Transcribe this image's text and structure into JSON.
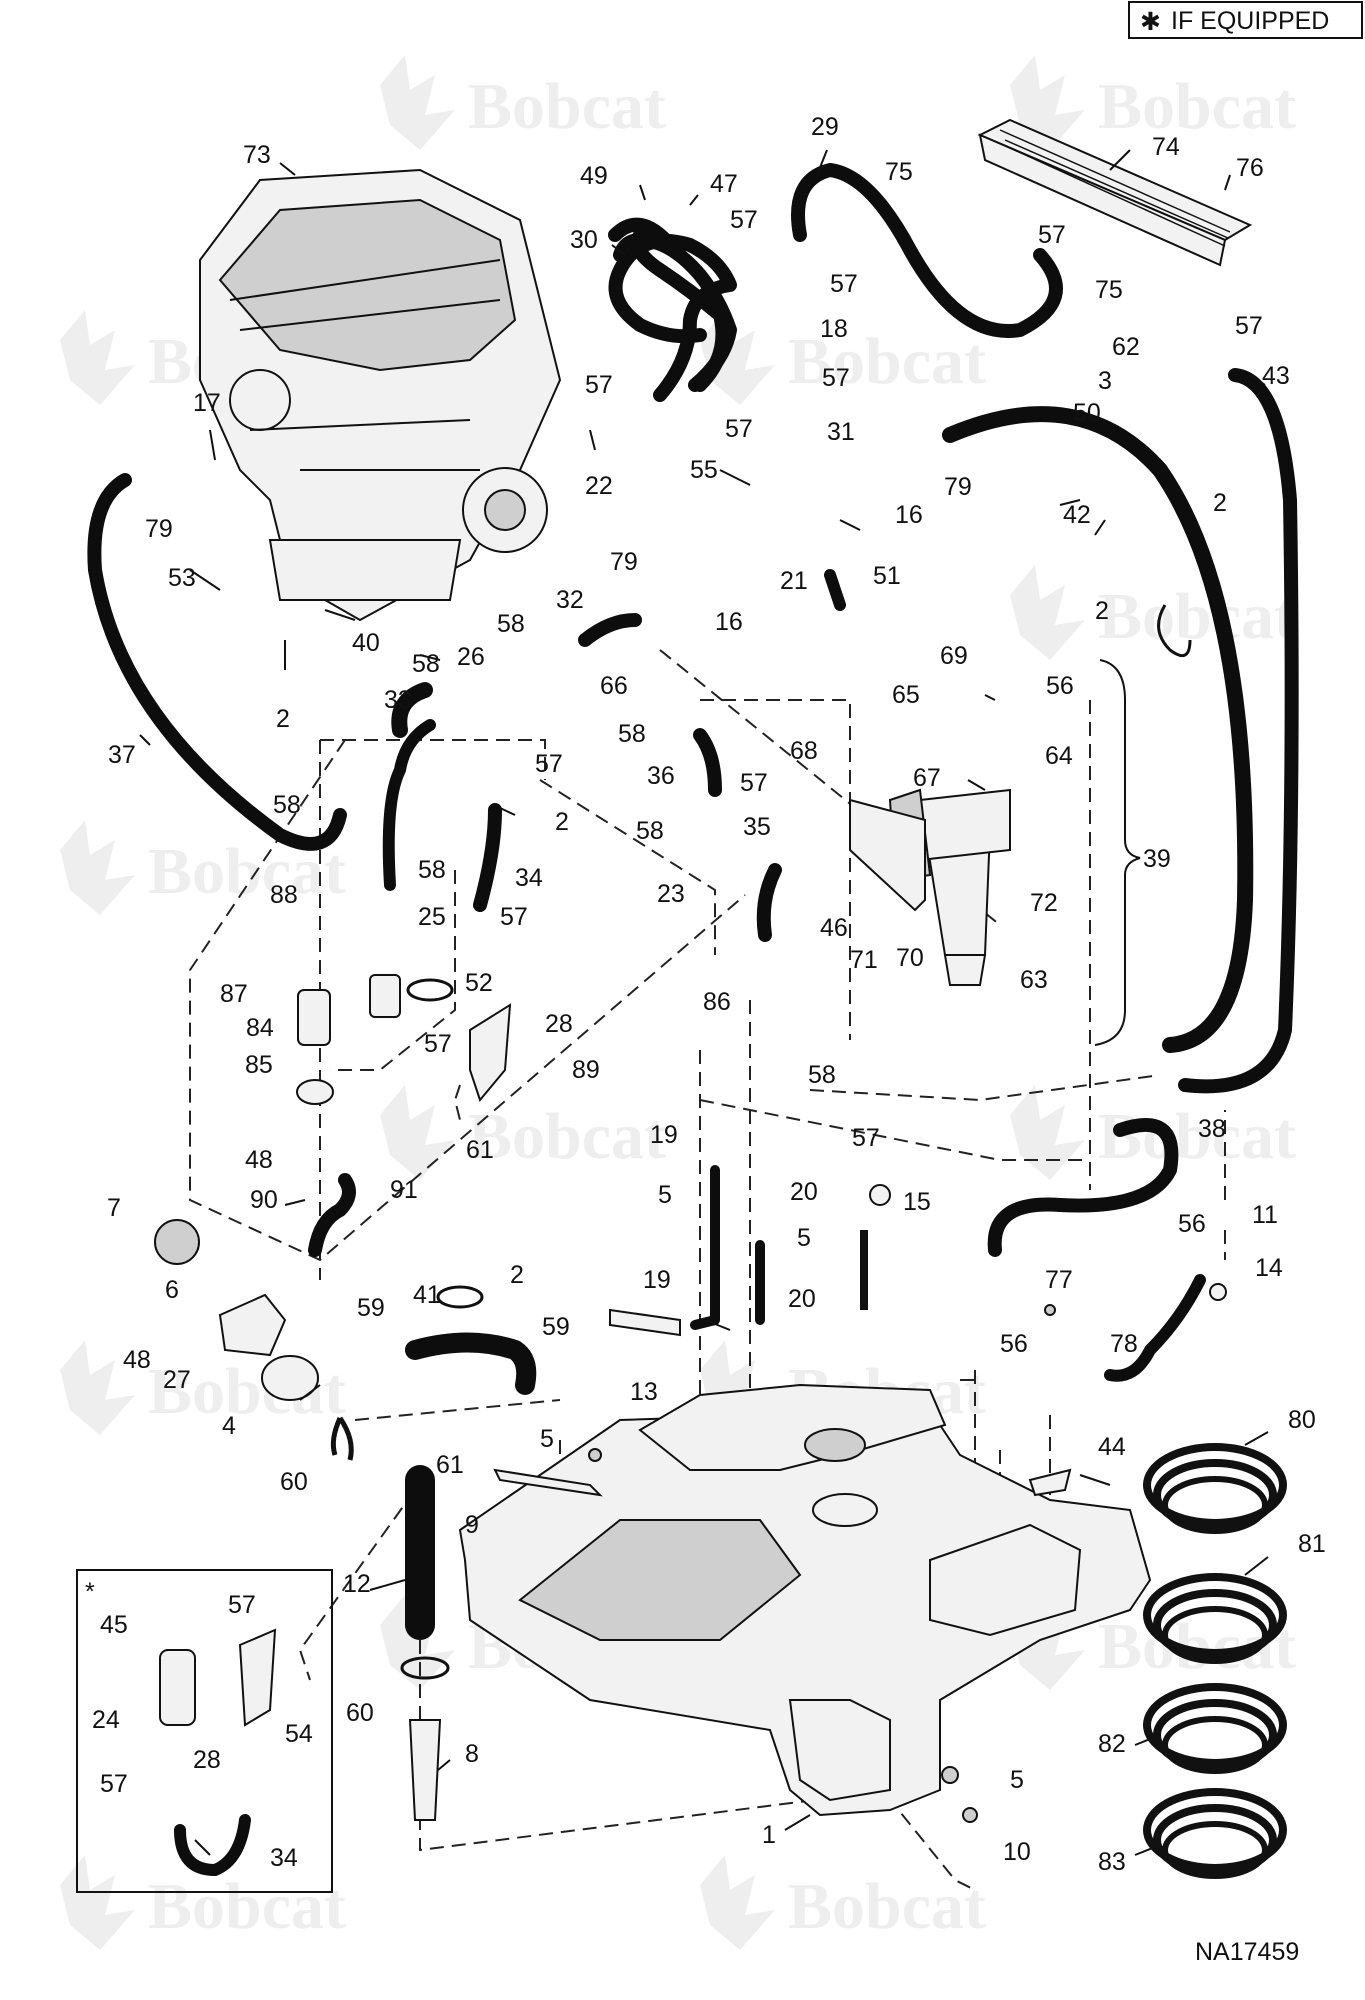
{
  "badge": {
    "star": "✱",
    "text": "IF EQUIPPED"
  },
  "figure_code": "NA17459",
  "inset_marker": "*",
  "watermark": "Bobcat",
  "colors": {
    "line": "#0d0d0d",
    "watermark": "#eeeeee",
    "background": "#ffffff"
  },
  "callouts": {
    "c73": "73",
    "c49": "49",
    "c47": "47",
    "c29": "29",
    "c74": "74",
    "c75a": "75",
    "c76": "76",
    "c30": "30",
    "c57a": "57",
    "c57b": "57",
    "c57c": "57",
    "c18": "18",
    "c57d": "57",
    "c75b": "75",
    "c57e": "57",
    "c62": "62",
    "c43": "43",
    "c3": "3",
    "c50": "50",
    "c2a": "2",
    "c17": "17",
    "c57f": "57",
    "c22": "22",
    "c31": "31",
    "c57g": "57",
    "c55": "55",
    "c79a": "79",
    "c79b": "79",
    "c16a": "16",
    "c42": "42",
    "c51": "51",
    "c21": "21",
    "c79c": "79",
    "c16b": "16",
    "c53": "53",
    "c40": "40",
    "c32": "32",
    "c58a": "58",
    "c26": "26",
    "c58b": "58",
    "c66": "66",
    "c2b": "2",
    "c69": "69",
    "c65": "65",
    "c56a": "56",
    "c2c": "2",
    "c33": "33",
    "c58c": "58",
    "c57h": "57",
    "c36": "36",
    "c68": "68",
    "c67": "67",
    "c64": "64",
    "c37": "37",
    "c58d": "58",
    "c2d": "2",
    "c57i": "57",
    "c58e": "58",
    "c35": "35",
    "c39": "39",
    "c58f": "58",
    "c34a": "34",
    "c88": "88",
    "c25": "25",
    "c57j": "57",
    "c23": "23",
    "c46": "46",
    "c71": "71",
    "c70": "70",
    "c72": "72",
    "c63": "63",
    "c87": "87",
    "c52": "52",
    "c84": "84",
    "c28a": "28",
    "c86": "86",
    "c85": "85",
    "c57k": "57",
    "c89": "89",
    "c58g": "58",
    "c48a": "48",
    "c61a": "61",
    "c19a": "19",
    "c38": "38",
    "c57l": "57",
    "c90": "90",
    "c91": "91",
    "c5a": "5",
    "c20a": "20",
    "c15": "15",
    "c7": "7",
    "c5b": "5",
    "c56b": "56",
    "c11": "11",
    "c14": "14",
    "c6": "6",
    "c41": "41",
    "c2e": "2",
    "c77": "77",
    "c59a": "59",
    "c19b": "19",
    "c20b": "20",
    "c59b": "59",
    "c48b": "48",
    "c27": "27",
    "c56c": "56",
    "c78": "78",
    "c4": "4",
    "c13": "13",
    "c80": "80",
    "c61b": "61",
    "c5c": "5",
    "c44": "44",
    "c60a": "60",
    "c9": "9",
    "c12": "12",
    "c81": "81",
    "c57m": "57",
    "c45": "45",
    "c24": "24",
    "c28b": "28",
    "c54": "54",
    "c60b": "60",
    "c82": "82",
    "c8": "8",
    "c57n": "57",
    "c5d": "5",
    "c34b": "34",
    "c10": "10",
    "c1": "1",
    "c83": "83"
  }
}
